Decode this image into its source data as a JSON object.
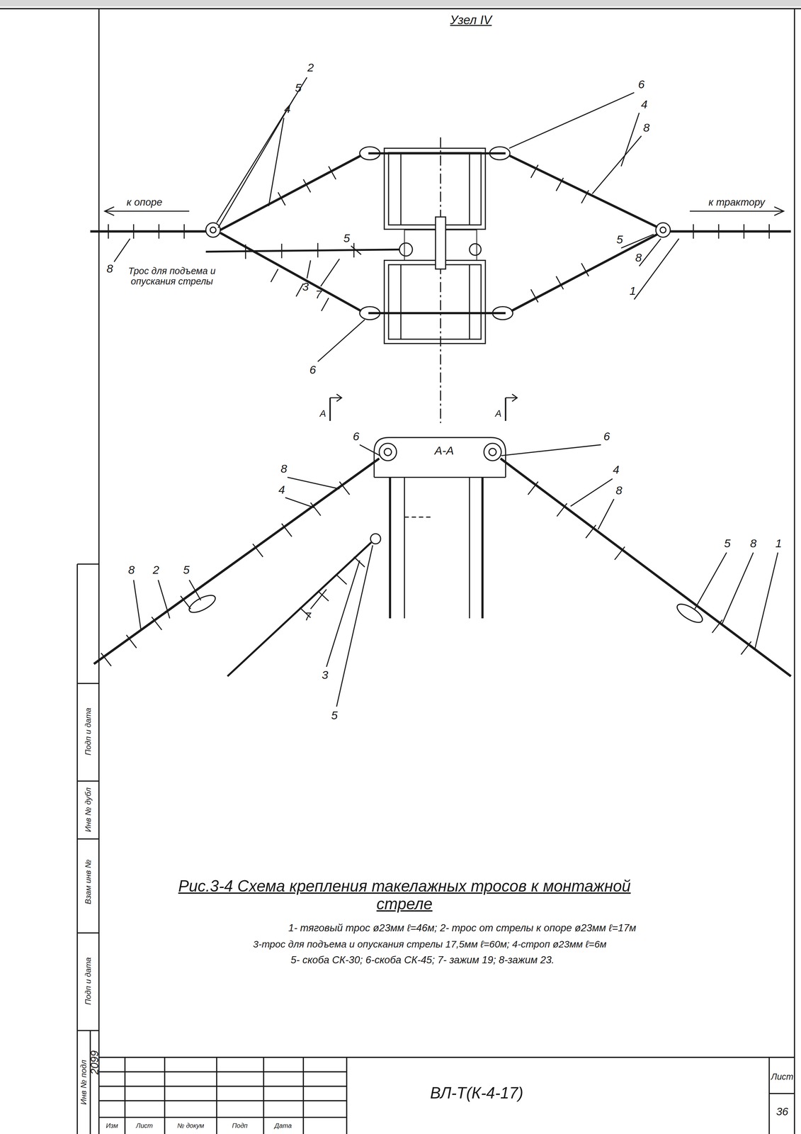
{
  "diagram": {
    "title": "Узел IV",
    "caption": "Рис.3-4 Схема крепления такелажных тросов к монтажной стреле",
    "labels": [
      "2",
      "5",
      "4",
      "8",
      "к опоре",
      "Трос для подъема и опускания стрелы",
      "3",
      "7",
      "5",
      "6",
      "6",
      "4",
      "8",
      "к трактору",
      "5",
      "8",
      "1",
      "А",
      "А",
      "А-А",
      "6",
      "6",
      "8",
      "4",
      "4",
      "8",
      "8",
      "2",
      "5",
      "5",
      "8",
      "1",
      "7",
      "3",
      "5",
      "1- тяговый трос ø23мм ℓ=46м; 2- трос от стрелы к опоре ø23мм ℓ=17м",
      "3-трос для подъема и опускания стрелы 17,5мм ℓ=60м; 4-строп ø23мм ℓ=6м",
      "5- скоба СК-30; 6-скоба СК-45; 7- зажим 19; 8-зажим 23.",
      "ВЛ-Т(К-4-17)",
      "Лист",
      "36",
      "Изм",
      "Лист",
      "№ докум",
      "Подп",
      "Дата",
      "Инв № подл",
      "2099",
      "Подп и дата",
      "Взам инв №",
      "Инв № дубл",
      "Подп и дата"
    ]
  }
}
